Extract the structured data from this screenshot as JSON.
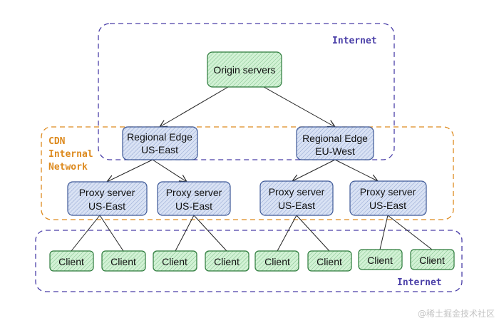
{
  "regions": {
    "internet_top": {
      "label": "Internet",
      "color": "#4a3fa8"
    },
    "cdn": {
      "label_lines": [
        "CDN",
        "Internal",
        "Network"
      ],
      "color": "#dd8a1e"
    },
    "internet_bottom": {
      "label": "Internet",
      "color": "#4a3fa8"
    }
  },
  "nodes": {
    "origin": {
      "lines": [
        "Origin servers"
      ]
    },
    "edge_us": {
      "lines": [
        "Regional Edge",
        "US-East"
      ]
    },
    "edge_eu": {
      "lines": [
        "Regional Edge",
        "EU-West"
      ]
    },
    "proxy_1": {
      "lines": [
        "Proxy server",
        "US-East"
      ]
    },
    "proxy_2": {
      "lines": [
        "Proxy server",
        "US-East"
      ]
    },
    "proxy_3": {
      "lines": [
        "Proxy server",
        "US-East"
      ]
    },
    "proxy_4": {
      "lines": [
        "Proxy server",
        "US-East"
      ]
    },
    "clients": [
      "Client",
      "Client",
      "Client",
      "Client",
      "Client",
      "Client",
      "Client",
      "Client"
    ]
  },
  "colors": {
    "green_fill": "#d2f2d5",
    "green_stroke": "#2c7a3b",
    "blue_fill": "#d9e2f4",
    "blue_stroke": "#3d5896",
    "edge_line": "#222222"
  },
  "watermark": "@稀土掘金技术社区"
}
